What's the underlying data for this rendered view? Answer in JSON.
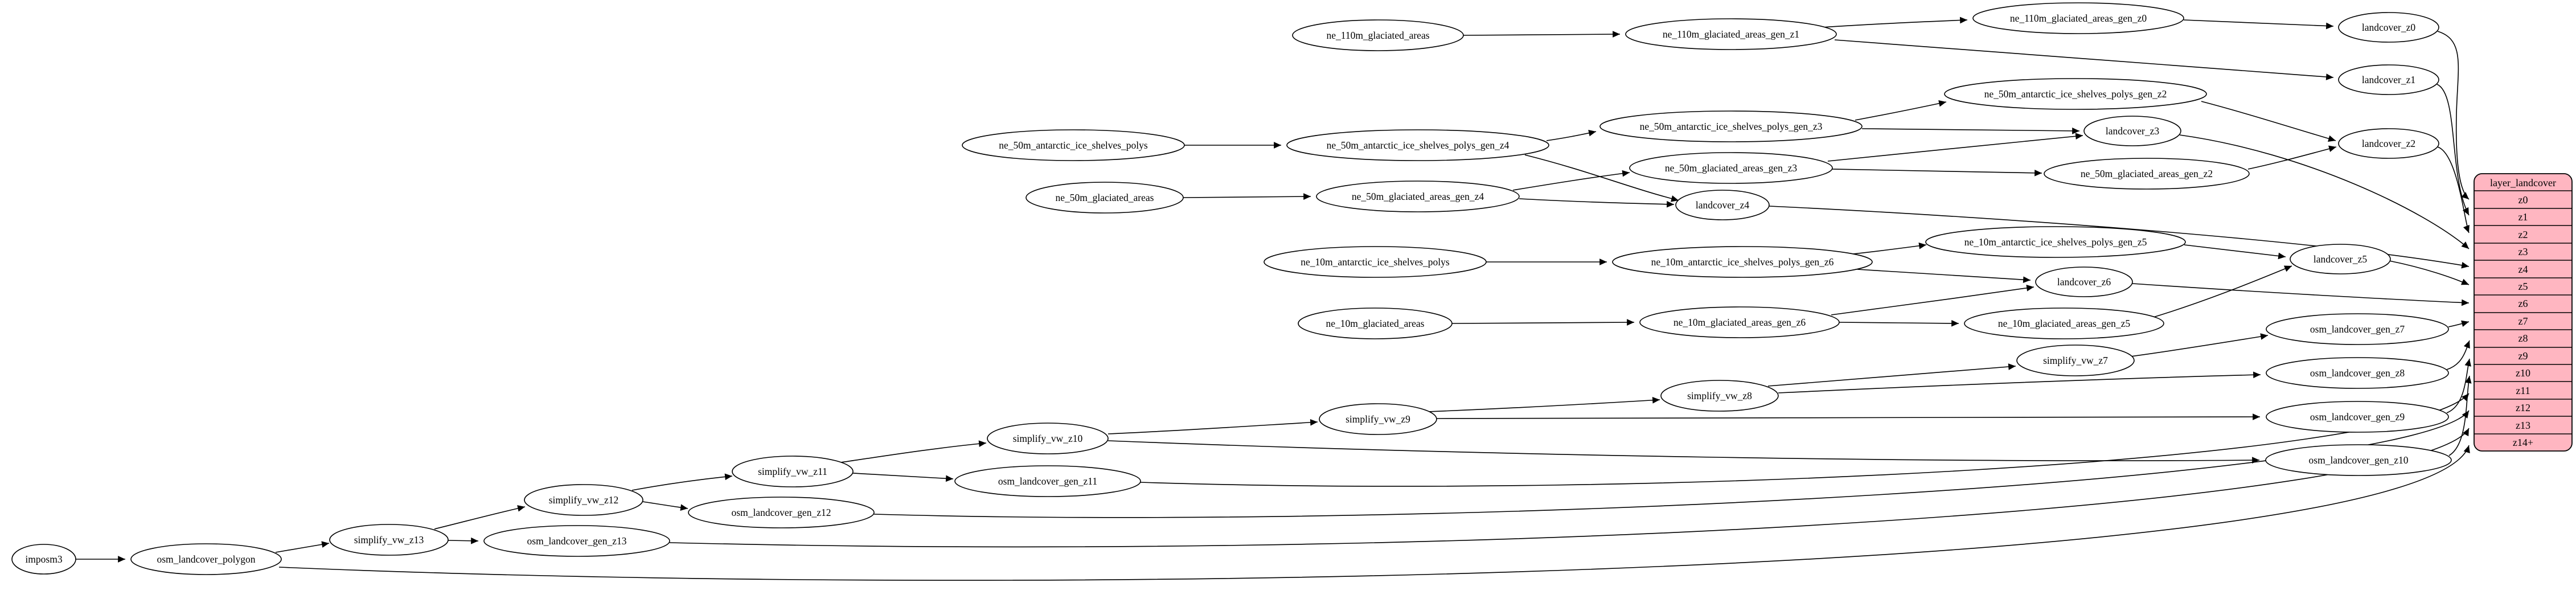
{
  "table": {
    "title": "layer_landcover",
    "rows": [
      "z0",
      "z1",
      "z2",
      "z3",
      "z4",
      "z5",
      "z6",
      "z7",
      "z8",
      "z9",
      "z10",
      "z11",
      "z12",
      "z13",
      "z14+"
    ]
  },
  "nodes": {
    "imposm3": "imposm3",
    "osm_landcover_polygon": "osm_landcover_polygon",
    "simplify_vw_z13": "simplify_vw_z13",
    "osm_landcover_gen_z13": "osm_landcover_gen_z13",
    "simplify_vw_z12": "simplify_vw_z12",
    "osm_landcover_gen_z12": "osm_landcover_gen_z12",
    "simplify_vw_z11": "simplify_vw_z11",
    "osm_landcover_gen_z11": "osm_landcover_gen_z11",
    "simplify_vw_z10": "simplify_vw_z10",
    "simplify_vw_z9": "simplify_vw_z9",
    "simplify_vw_z8": "simplify_vw_z8",
    "simplify_vw_z7": "simplify_vw_z7",
    "osm_landcover_gen_z7": "osm_landcover_gen_z7",
    "osm_landcover_gen_z8": "osm_landcover_gen_z8",
    "osm_landcover_gen_z9": "osm_landcover_gen_z9",
    "osm_landcover_gen_z10": "osm_landcover_gen_z10",
    "ne_110m_glaciated_areas": "ne_110m_glaciated_areas",
    "ne_110m_glaciated_areas_gen_z1": "ne_110m_glaciated_areas_gen_z1",
    "ne_110m_glaciated_areas_gen_z0": "ne_110m_glaciated_areas_gen_z0",
    "landcover_z0": "landcover_z0",
    "landcover_z1": "landcover_z1",
    "ne_50m_antarctic_ice_shelves_polys": "ne_50m_antarctic_ice_shelves_polys",
    "ne_50m_antarctic_ice_shelves_polys_gen_z4": "ne_50m_antarctic_ice_shelves_polys_gen_z4",
    "ne_50m_antarctic_ice_shelves_polys_gen_z3": "ne_50m_antarctic_ice_shelves_polys_gen_z3",
    "ne_50m_antarctic_ice_shelves_polys_gen_z2": "ne_50m_antarctic_ice_shelves_polys_gen_z2",
    "landcover_z2": "landcover_z2",
    "landcover_z3": "landcover_z3",
    "ne_50m_glaciated_areas": "ne_50m_glaciated_areas",
    "ne_50m_glaciated_areas_gen_z4": "ne_50m_glaciated_areas_gen_z4",
    "ne_50m_glaciated_areas_gen_z3": "ne_50m_glaciated_areas_gen_z3",
    "ne_50m_glaciated_areas_gen_z2": "ne_50m_glaciated_areas_gen_z2",
    "landcover_z4": "landcover_z4",
    "ne_10m_antarctic_ice_shelves_polys": "ne_10m_antarctic_ice_shelves_polys",
    "ne_10m_antarctic_ice_shelves_polys_gen_z6": "ne_10m_antarctic_ice_shelves_polys_gen_z6",
    "ne_10m_antarctic_ice_shelves_polys_gen_z5": "ne_10m_antarctic_ice_shelves_polys_gen_z5",
    "landcover_z5": "landcover_z5",
    "landcover_z6": "landcover_z6",
    "ne_10m_glaciated_areas": "ne_10m_glaciated_areas",
    "ne_10m_glaciated_areas_gen_z6": "ne_10m_glaciated_areas_gen_z6",
    "ne_10m_glaciated_areas_gen_z5": "ne_10m_glaciated_areas_gen_z5"
  },
  "edges": [
    [
      "ne_110m_glaciated_areas",
      "ne_110m_glaciated_areas_gen_z1"
    ],
    [
      "ne_110m_glaciated_areas_gen_z1",
      "ne_110m_glaciated_areas_gen_z0"
    ],
    [
      "ne_110m_glaciated_areas_gen_z1",
      "landcover_z1"
    ],
    [
      "ne_110m_glaciated_areas_gen_z0",
      "landcover_z0"
    ],
    [
      "landcover_z0",
      "layer_landcover:z0"
    ],
    [
      "landcover_z1",
      "layer_landcover:z1"
    ],
    [
      "landcover_z2",
      "layer_landcover:z2"
    ],
    [
      "ne_50m_antarctic_ice_shelves_polys",
      "ne_50m_antarctic_ice_shelves_polys_gen_z4"
    ],
    [
      "ne_50m_antarctic_ice_shelves_polys_gen_z4",
      "ne_50m_antarctic_ice_shelves_polys_gen_z3"
    ],
    [
      "ne_50m_antarctic_ice_shelves_polys_gen_z4",
      "landcover_z4"
    ],
    [
      "ne_50m_antarctic_ice_shelves_polys_gen_z3",
      "ne_50m_antarctic_ice_shelves_polys_gen_z2"
    ],
    [
      "ne_50m_antarctic_ice_shelves_polys_gen_z3",
      "landcover_z3"
    ],
    [
      "ne_50m_antarctic_ice_shelves_polys_gen_z2",
      "landcover_z2"
    ],
    [
      "ne_50m_glaciated_areas",
      "ne_50m_glaciated_areas_gen_z4"
    ],
    [
      "ne_50m_glaciated_areas_gen_z4",
      "ne_50m_glaciated_areas_gen_z3"
    ],
    [
      "ne_50m_glaciated_areas_gen_z4",
      "landcover_z4"
    ],
    [
      "ne_50m_glaciated_areas_gen_z3",
      "ne_50m_glaciated_areas_gen_z2"
    ],
    [
      "ne_50m_glaciated_areas_gen_z3",
      "landcover_z3"
    ],
    [
      "ne_50m_glaciated_areas_gen_z2",
      "landcover_z2"
    ],
    [
      "landcover_z3",
      "layer_landcover:z3"
    ],
    [
      "landcover_z4",
      "layer_landcover:z4"
    ],
    [
      "ne_10m_antarctic_ice_shelves_polys",
      "ne_10m_antarctic_ice_shelves_polys_gen_z6"
    ],
    [
      "ne_10m_antarctic_ice_shelves_polys_gen_z6",
      "ne_10m_antarctic_ice_shelves_polys_gen_z5"
    ],
    [
      "ne_10m_antarctic_ice_shelves_polys_gen_z6",
      "landcover_z6"
    ],
    [
      "ne_10m_antarctic_ice_shelves_polys_gen_z5",
      "landcover_z5"
    ],
    [
      "landcover_z5",
      "layer_landcover:z5"
    ],
    [
      "ne_10m_glaciated_areas",
      "ne_10m_glaciated_areas_gen_z6"
    ],
    [
      "ne_10m_glaciated_areas_gen_z6",
      "ne_10m_glaciated_areas_gen_z5"
    ],
    [
      "ne_10m_glaciated_areas_gen_z6",
      "landcover_z6"
    ],
    [
      "ne_10m_glaciated_areas_gen_z5",
      "landcover_z5"
    ],
    [
      "landcover_z6",
      "layer_landcover:z6"
    ],
    [
      "imposm3",
      "osm_landcover_polygon"
    ],
    [
      "osm_landcover_polygon",
      "simplify_vw_z13"
    ],
    [
      "osm_landcover_polygon",
      "layer_landcover:z14+"
    ],
    [
      "simplify_vw_z13",
      "osm_landcover_gen_z13"
    ],
    [
      "simplify_vw_z13",
      "simplify_vw_z12"
    ],
    [
      "simplify_vw_z12",
      "osm_landcover_gen_z12"
    ],
    [
      "simplify_vw_z12",
      "simplify_vw_z11"
    ],
    [
      "simplify_vw_z11",
      "osm_landcover_gen_z11"
    ],
    [
      "simplify_vw_z11",
      "simplify_vw_z10"
    ],
    [
      "simplify_vw_z10",
      "simplify_vw_z9"
    ],
    [
      "simplify_vw_z10",
      "osm_landcover_gen_z10"
    ],
    [
      "simplify_vw_z9",
      "osm_landcover_gen_z9"
    ],
    [
      "simplify_vw_z9",
      "simplify_vw_z8"
    ],
    [
      "simplify_vw_z8",
      "osm_landcover_gen_z8"
    ],
    [
      "simplify_vw_z8",
      "simplify_vw_z7"
    ],
    [
      "simplify_vw_z7",
      "osm_landcover_gen_z7"
    ],
    [
      "osm_landcover_gen_z7",
      "layer_landcover:z7"
    ],
    [
      "osm_landcover_gen_z8",
      "layer_landcover:z8"
    ],
    [
      "osm_landcover_gen_z9",
      "layer_landcover:z9"
    ],
    [
      "osm_landcover_gen_z10",
      "layer_landcover:z10"
    ],
    [
      "osm_landcover_gen_z11",
      "layer_landcover:z11"
    ],
    [
      "osm_landcover_gen_z12",
      "layer_landcover:z12"
    ],
    [
      "osm_landcover_gen_z13",
      "layer_landcover:z13"
    ]
  ],
  "colors": {
    "table_fill": "#ffb6c1",
    "node_fill": "#ffffff",
    "stroke": "#000000",
    "background": "#ffffff"
  }
}
